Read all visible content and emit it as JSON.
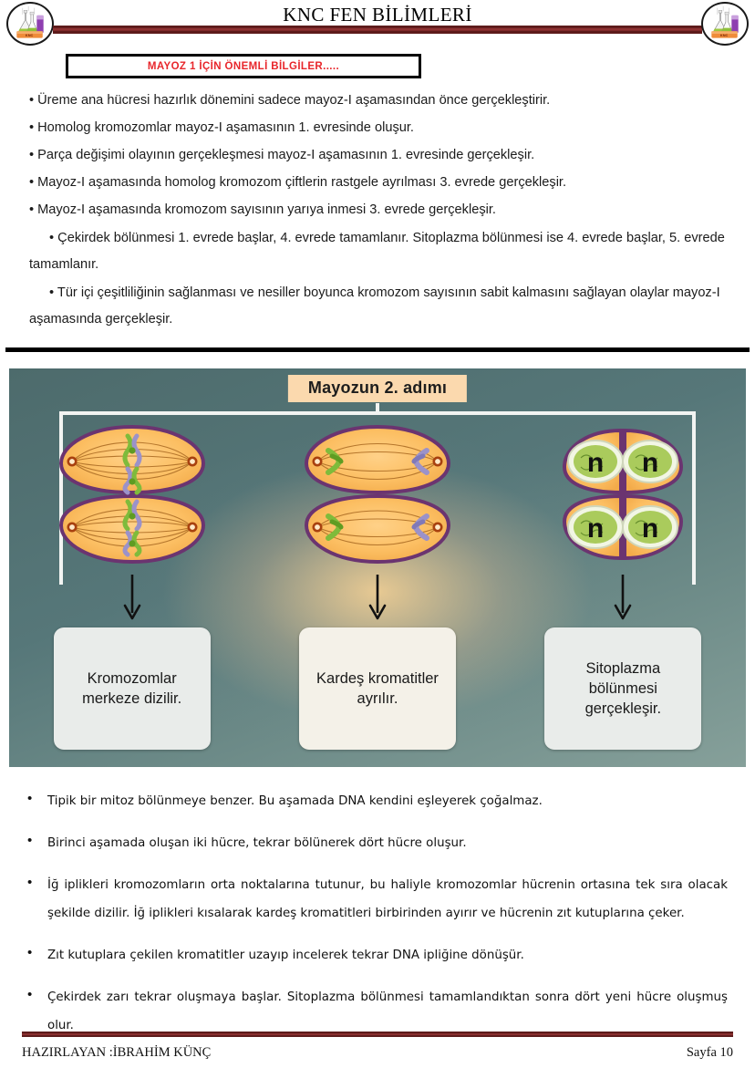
{
  "header": {
    "title": "KNC FEN BİLİMLERİ",
    "logo_left_name": "knc-lab-logo-left",
    "logo_right_name": "knc-lab-logo-right"
  },
  "info_box": {
    "title": "MAYOZ 1  İÇİN ÖNEMLİ BİLGİLER.....",
    "title_color": "#e8262b",
    "lines": [
      "Üreme ana hücresi hazırlık dönemini sadece mayoz-I aşamasından önce gerçekleştirir.",
      "Homolog kromozomlar mayoz-I aşamasının 1. evresinde oluşur.",
      "Parça değişimi olayının gerçekleşmesi mayoz-I aşamasının 1. evresinde gerçekleşir.",
      "Mayoz-I aşamasında homolog kromozom çiftlerin rastgele ayrılması 3. evrede gerçekleşir.",
      "Mayoz-I aşamasında kromozom sayısının yarıya inmesi 3. evrede gerçekleşir."
    ],
    "paragraphs": [
      "• Çekirdek bölünmesi 1. evrede başlar, 4. evrede tamamlanır. Sitoplazma bölünmesi ise 4. evrede başlar, 5. evrede tamamlanır.",
      "• Tür içi çeşitliliğinin sağlanması ve nesiller boyunca kromozom sayısının sabit kalmasını sağlayan olaylar mayoz-I aşamasında gerçekleşir."
    ],
    "bullet_glyph": "•"
  },
  "figure": {
    "label": "Mayozun 2. adımı",
    "label_bg": "#fbd9ae",
    "panels": [
      {
        "art_name": "cell-metaphase-ii-diagram",
        "caption": "Kromozomlar merkeze dizilir.",
        "nucleus_labels": []
      },
      {
        "art_name": "cell-anaphase-ii-diagram",
        "caption": "Kardeş kromatitler ayrılır.",
        "nucleus_labels": []
      },
      {
        "art_name": "four-daughter-cells-diagram",
        "caption": "Sitoplazma bölünmesi gerçekleşir.",
        "nucleus_labels": [
          "n",
          "n",
          "n",
          "n"
        ]
      }
    ]
  },
  "notes": {
    "bullet_glyph": "•",
    "items": [
      "Tipik bir mitoz bölünmeye benzer. Bu aşamada DNA kendini eşleyerek çoğalmaz.",
      "Birinci aşamada oluşan iki hücre, tekrar bölünerek dört hücre oluşur.",
      "İğ iplikleri kromozomların orta noktalarına tutunur, bu haliyle kromozomlar hücrenin ortasına tek sıra olacak şekilde dizilir. İğ iplikleri kısalarak kardeş kromatitleri birbirinden ayırır ve hücrenin zıt kutuplarına çeker.",
      "Zıt kutuplara çekilen kromatitler uzayıp incelerek tekrar DNA ipliğine dönüşür.",
      "Çekirdek zarı tekrar oluşmaya başlar. Sitoplazma bölünmesi tamamlandıktan sonra dört yeni hücre oluşmuş olur."
    ]
  },
  "footer": {
    "prepared_by": "HAZIRLAYAN :İBRAHİM KÜNÇ",
    "page_label": "Sayfa 10"
  }
}
